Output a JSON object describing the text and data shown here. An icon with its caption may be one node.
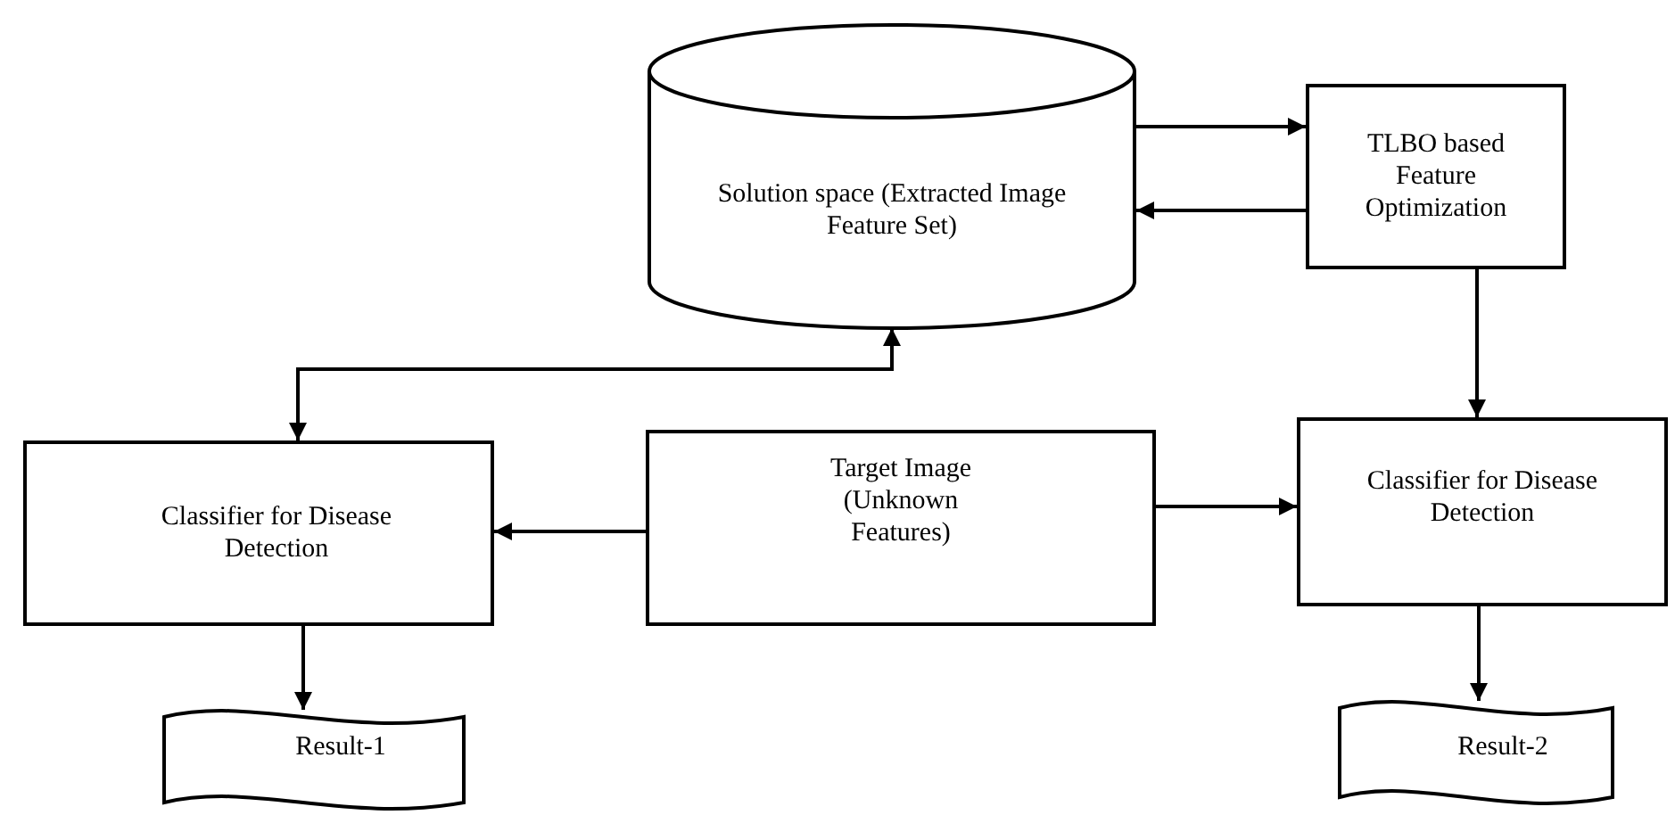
{
  "diagram": {
    "nodes": [
      {
        "text": [
          "Solution space (Extracted Image Feature Set)"
        ]
      },
      {
        "text": [
          "TLBO based Feature Optimization"
        ]
      },
      {
        "text": [
          "Classifier for Disease Detection"
        ]
      },
      {
        "text": [
          "Target Image (Unknown Features)"
        ]
      },
      {
        "text": [
          "Classifier for Disease Detection"
        ]
      },
      {
        "text": [
          "Result-1"
        ]
      },
      {
        "text": [
          "Result-2"
        ]
      }
    ],
    "edges": [
      {
        "from": 0,
        "to": 1,
        "arrow": "to"
      },
      {
        "from": 1,
        "to": 0,
        "arrow": "to"
      },
      {
        "from": 1,
        "to": 4,
        "arrow": "to"
      },
      {
        "from": 2,
        "to": 0,
        "arrow": "both"
      },
      {
        "from": 3,
        "to": 2,
        "arrow": "to"
      },
      {
        "from": 3,
        "to": 4,
        "arrow": "to"
      },
      {
        "from": 2,
        "to": 5,
        "arrow": "to"
      },
      {
        "from": 4,
        "to": 6,
        "arrow": "to"
      }
    ]
  }
}
